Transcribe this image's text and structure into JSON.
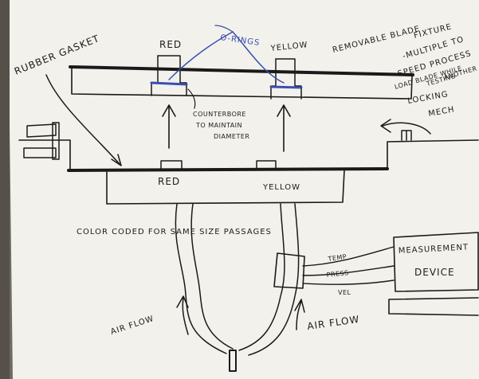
{
  "labels": {
    "rubber_gasket": "RUBBER GASKET",
    "red_top": "RED",
    "o_rings": "O-RINGS",
    "yellow_top": "YELLOW",
    "removable_blade_line1": "REMOVABLE BLADE",
    "removable_blade_line2": "FIXTURE",
    "note_line1": "-MULTIPLE TO",
    "note_line2": "SPEED PROCESS",
    "note_line3": "LOAD BLADE WHILE",
    "note_line4": "TESTING",
    "note_line5": "ANOTHER",
    "locking_line1": "LOCKING",
    "locking_line2": "MECH",
    "counterbore_line1": "COUNTERBORE",
    "counterbore_line2": "TO MAINTAIN",
    "counterbore_line3": "DIAMETER",
    "red_bottom": "RED",
    "yellow_bottom": "YELLOW",
    "color_coded": "COLOR CODED   FOR   SAME  SIZE  PASSAGES",
    "temp": "TEMP",
    "press": "PRESS",
    "vel": "VEL",
    "measurement_line1": "MEASUREMENT",
    "measurement_line2": "DEVICE",
    "air_flow_left": "AIR FLOW",
    "air_flow_right": "AIR FLOW"
  },
  "colors": {
    "paper": "#f2f1ec",
    "ink": "#1a1a1a",
    "o_ring_blue": "#3b4fb0",
    "background": "#6f6a63"
  }
}
